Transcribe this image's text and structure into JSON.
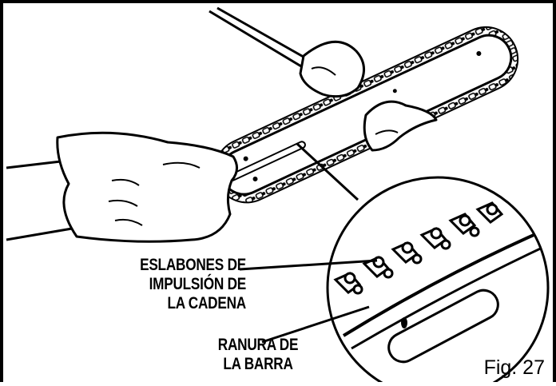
{
  "labels": {
    "drive_links": [
      "ESLABONES DE",
      "IMPULSIÓN DE",
      "LA CADENA"
    ],
    "bar_groove": [
      "RANURA DE",
      "LA BARRA"
    ]
  },
  "figure": {
    "caption": "Fig. 27"
  }
}
